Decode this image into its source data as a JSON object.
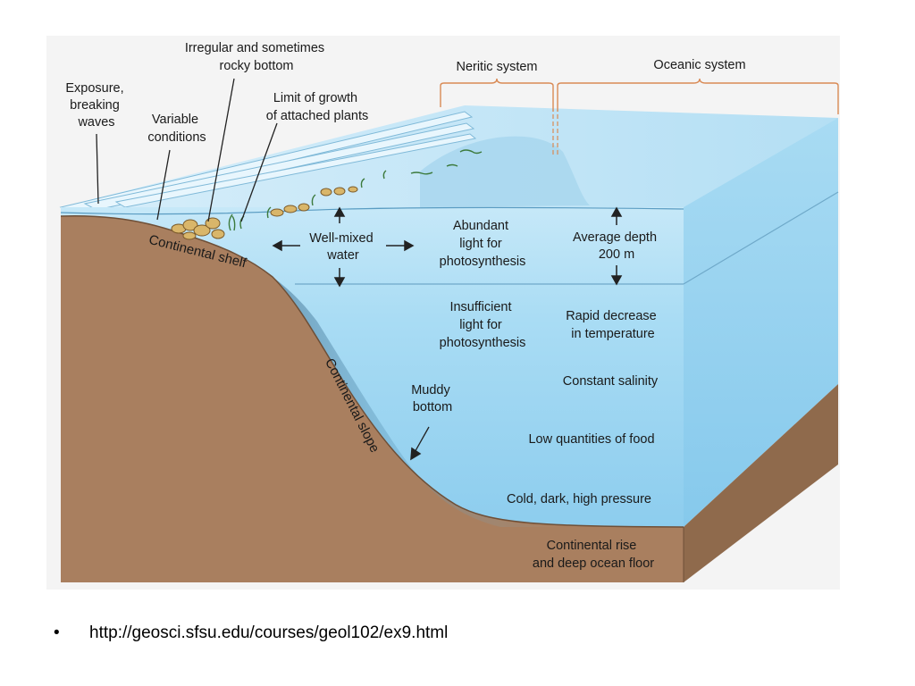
{
  "diagram": {
    "labels": {
      "exposure": [
        "Exposure,",
        "breaking",
        "waves"
      ],
      "variable": [
        "Variable",
        "conditions"
      ],
      "irregular": [
        "Irregular and sometimes",
        "rocky bottom"
      ],
      "limit": [
        "Limit of growth",
        "of attached plants"
      ],
      "neritic": "Neritic system",
      "oceanic": "Oceanic system",
      "well_mixed": [
        "Well-mixed",
        "water"
      ],
      "abundant": [
        "Abundant",
        "light for",
        "photosynthesis"
      ],
      "average_depth": [
        "Average depth",
        "200 m"
      ],
      "insufficient": [
        "Insufficient",
        "light for",
        "photosynthesis"
      ],
      "rapid": [
        "Rapid decrease",
        "in temperature"
      ],
      "salinity": "Constant salinity",
      "muddy": [
        "Muddy",
        "bottom"
      ],
      "food": "Low quantities of food",
      "cold": "Cold, dark, high pressure",
      "rise": [
        "Continental rise",
        "and deep ocean floor"
      ],
      "shelf": "Continental shelf",
      "slope": "Continental slope"
    },
    "colors": {
      "sediment": "#a97f5f",
      "sediment_dark": "#8a6446",
      "water_top": "#bfe3f5",
      "water_deep": "#7ec6ea",
      "water_side": "#9ad4f0",
      "bracket": "#d98a55"
    }
  },
  "footer": {
    "bullet": "•",
    "url": "http://geosci.sfsu.edu/courses/geol102/ex9.html"
  }
}
